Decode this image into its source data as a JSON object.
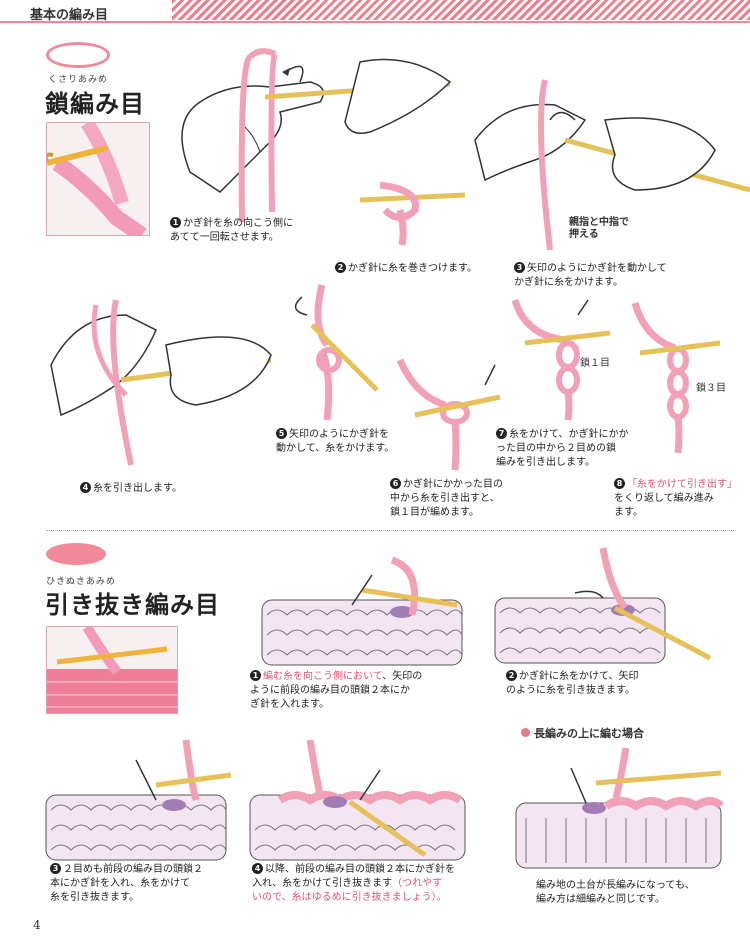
{
  "header": {
    "title": "基本の編み目"
  },
  "page_number": "4",
  "section1": {
    "ruby": "くさりあみめ",
    "title": "鎖編み目",
    "steps": [
      {
        "num": "1",
        "lines": [
          "かぎ針を糸の向こう側に",
          "あてて一回転させます。"
        ]
      },
      {
        "num": "2",
        "lines": [
          "かぎ針に糸を巻きつけます。"
        ]
      },
      {
        "num": "3",
        "lines": [
          "矢印のようにかぎ針を動かして",
          "かぎ針に糸をかけます。"
        ]
      },
      {
        "num": "4",
        "lines": [
          "糸を引き出します。"
        ]
      },
      {
        "num": "5",
        "lines": [
          "矢印のようにかぎ針を",
          "動かして、糸をかけます。"
        ]
      },
      {
        "num": "6",
        "lines": [
          "かぎ針にかかった目の",
          "中から糸を引き出すと、",
          "鎖１目が編めます。"
        ]
      },
      {
        "num": "7",
        "lines": [
          "糸をかけて、かぎ針にかか",
          "った目の中から２目めの鎖",
          "編みを引き出します。"
        ]
      },
      {
        "num": "8",
        "quote": "「糸をかけて引き出す」",
        "lines": [
          "をくり返して編み進み",
          "ます。"
        ]
      }
    ],
    "label_fingers": [
      "親指と中指で",
      "押える"
    ],
    "label_chain1": "鎖１目",
    "label_chain3": "鎖３目"
  },
  "section2": {
    "ruby": "ひきぬきあみめ",
    "title": "引き抜き編み目",
    "steps": [
      {
        "num": "1",
        "highlight": "編む糸を向こう側において",
        "lines": [
          "、矢印の",
          "ように前段の編み目の頭鎖２本にか",
          "ぎ針を入れます。"
        ]
      },
      {
        "num": "2",
        "lines": [
          "かぎ針に糸をかけて、矢印",
          "のように糸を引き抜きます。"
        ]
      },
      {
        "num": "3",
        "lines": [
          "２目めも前段の編み目の頭鎖２",
          "本にかぎ針を入れ、糸をかけて",
          "糸を引き抜きます。"
        ]
      },
      {
        "num": "4",
        "line1": "以降、前段の編み目の頭鎖２本にかぎ針を",
        "line2": "入れ、糸をかけて引き抜きます",
        "note_a": "（つれやす",
        "note_b": "いので、糸はゆるめに引き抜きましょう）。"
      }
    ],
    "subsection": {
      "title": "長編みの上に編む場合",
      "lines": [
        "編み地の土台が長編みになっても、",
        "編み方は細編みと同じです。"
      ]
    }
  },
  "colors": {
    "accent": "#f08a98",
    "yarn": "#f2a0b6",
    "hook": "#e6c15a",
    "text_pink": "#e3546e"
  }
}
